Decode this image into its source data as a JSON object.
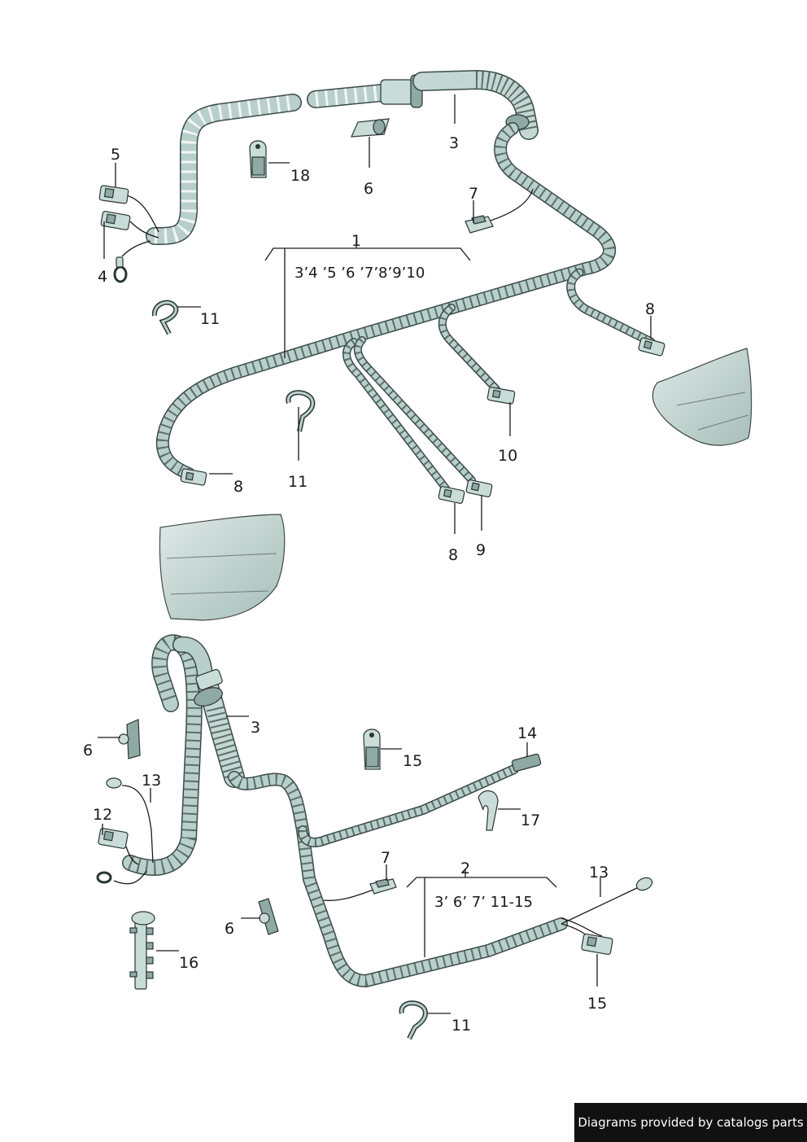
{
  "callouts": {
    "top": {
      "c1": "1",
      "c3": "3",
      "c4": "4",
      "c5": "5",
      "c6": "6",
      "c7": "7",
      "c8a": "8",
      "c8b": "8",
      "c8c": "8",
      "c9": "9",
      "c10": "10",
      "c11a": "11",
      "c11b": "11",
      "c18": "18",
      "group_range": "3’4 ’5 ’6 ’7’8’9’10"
    },
    "bottom": {
      "c2": "2",
      "c3": "3",
      "c6a": "6",
      "c6b": "6",
      "c7": "7",
      "c11": "11",
      "c12": "12",
      "c13a": "13",
      "c13b": "13",
      "c14": "14",
      "c15a": "15",
      "c15b": "15",
      "c16": "16",
      "c17": "17",
      "group_range": "3’ 6’ 7’ 11-15"
    }
  },
  "footer": {
    "credit": "Diagrams provided by catalogs parts"
  },
  "colors": {
    "cable_fill": "#b9cfcb",
    "cable_tape": "#f2f6f5",
    "part_fill": "#c9dcd8",
    "panel_fill": "#c7d6d3",
    "ink": "#1a1a1a",
    "credit_bg": "#111111"
  }
}
